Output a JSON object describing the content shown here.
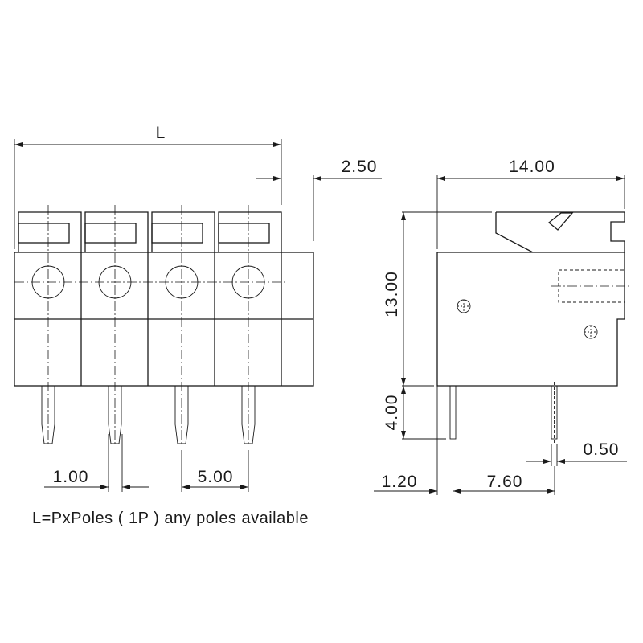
{
  "front_view": {
    "dim_length": "L",
    "dim_end_offset": "2.50",
    "dim_pin_width": "1.00",
    "dim_pitch": "5.00",
    "pole_count_drawn": 4
  },
  "side_view": {
    "dim_depth": "14.00",
    "dim_height": "13.00",
    "dim_pin_length": "4.00",
    "dim_pin_thickness": "0.50",
    "dim_pin_offset": "1.20",
    "dim_pin_spacing": "7.60"
  },
  "caption": "L=PxPoles ( 1P ) any poles available",
  "colors": {
    "line": "#1a1a1a",
    "background": "#ffffff"
  }
}
